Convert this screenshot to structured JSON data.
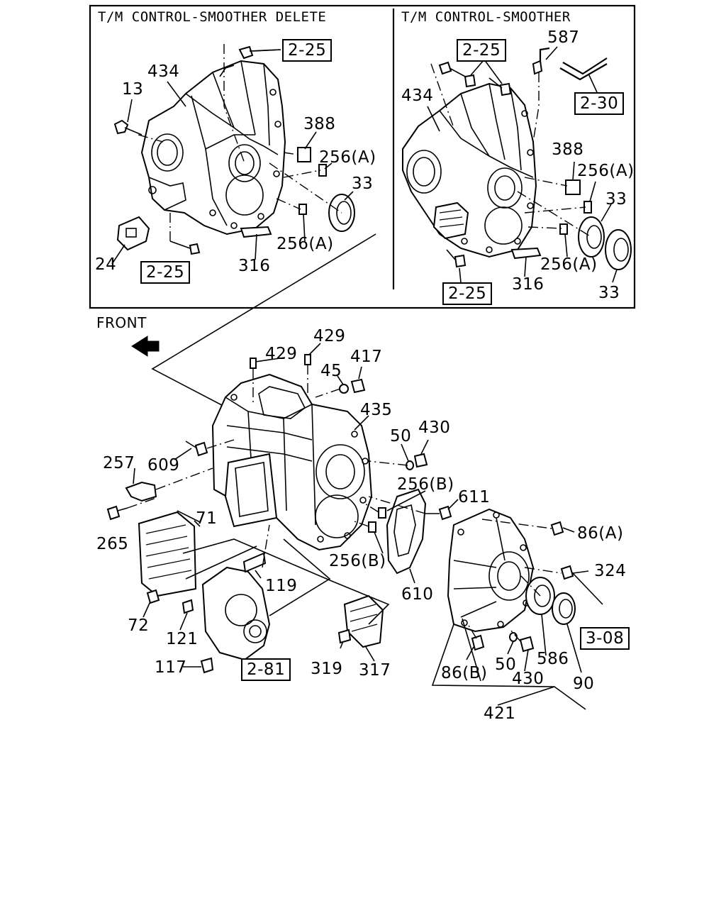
{
  "panels": {
    "left_title": "T/M CONTROL-SMOOTHER DELETE",
    "right_title": "T/M CONTROL-SMOOTHER"
  },
  "front_label": "FRONT",
  "left_panel_labels": {
    "p434": "434",
    "p13": "13",
    "p388": "388",
    "p256a_1": "256(A)",
    "p33": "33",
    "p256a_2": "256(A)",
    "p316": "316",
    "p24": "24"
  },
  "left_panel_refs": {
    "ref_top": "2-25",
    "ref_bottom": "2-25"
  },
  "right_panel_labels": {
    "p587": "587",
    "p434": "434",
    "p388": "388",
    "p256a_1": "256(A)",
    "p33_1": "33",
    "p256a_2": "256(A)",
    "p316": "316",
    "p33_2": "33"
  },
  "right_panel_refs": {
    "ref_top": "2-25",
    "ref_pipe": "2-30",
    "ref_bottom": "2-25"
  },
  "main_labels": {
    "p429_1": "429",
    "p429_2": "429",
    "p45": "45",
    "p417": "417",
    "p435": "435",
    "p50_1": "50",
    "p430_1": "430",
    "p257": "257",
    "p609": "609",
    "p256b_1": "256(B)",
    "p611": "611",
    "p71": "71",
    "p265": "265",
    "p86a": "86(A)",
    "p324": "324",
    "p256b_2": "256(B)",
    "p119": "119",
    "p610": "610",
    "p72": "72",
    "p121": "121",
    "p586": "586",
    "p319": "319",
    "p317": "317",
    "p117": "117",
    "p86b": "86(B)",
    "p50_2": "50",
    "p430_2": "430",
    "p90": "90",
    "p421": "421"
  },
  "main_refs": {
    "ref_281": "2-81",
    "ref_308": "3-08"
  }
}
